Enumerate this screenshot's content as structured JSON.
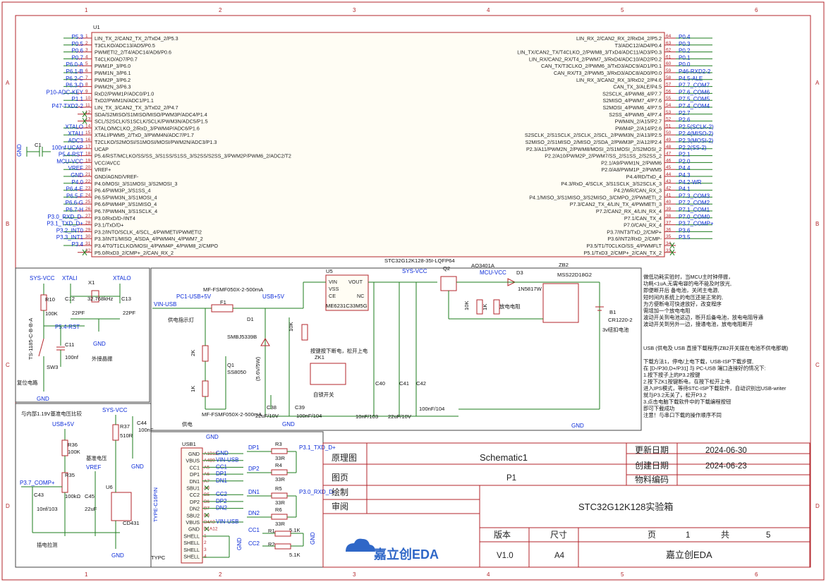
{
  "frame": {
    "cols": [
      "1",
      "2",
      "3",
      "4",
      "5",
      "6"
    ],
    "rows": [
      "A",
      "B",
      "C",
      "D"
    ]
  },
  "u1": {
    "ref": "U1",
    "left_pins": [
      [
        "LIN_TX_2/CAN2_TX_2/TxD4_2/P5.3",
        "1",
        "P5.3"
      ],
      [
        "T3CLKO/ADC13/AD5/P0.5",
        "2",
        "P0.5"
      ],
      [
        "PWMETI2_2/T4/ADC14/AD6/P0.6",
        "3",
        "P0.6"
      ],
      [
        "T4CLKO/AD7/P0.7",
        "4",
        "P0.7"
      ],
      [
        "PWM1P_3/P6.0",
        "5",
        "P6.0-A"
      ],
      [
        "PWM1N_3/P6.1",
        "6",
        "P6.1-B"
      ],
      [
        "PWM2P_3/P6.2",
        "7",
        "P6.2-C"
      ],
      [
        "PWM2N_3/P6.3",
        "8",
        "P6.3-D"
      ],
      [
        "RxD2/PWM1P/ADC0/P1.0",
        "9",
        "P10-ADC-KEY"
      ],
      [
        "TxD2/PWM1N/ADC1/P1.1",
        "10",
        "P1.1"
      ],
      [
        "LIN_TX_3/CAN2_TX_3/TxD2_2/P4.7",
        "11",
        "P47-TXD2-2"
      ],
      [
        "SDA/S2MISO/S1MISO/MISO/PWM3P/ADC4/P1.4",
        "12",
        ""
      ],
      [
        "SCL/S2SCLK/S1SCLK/SCLK/PWM3N/ADC5/P1.5",
        "13",
        ""
      ],
      [
        "XTALO/MCLKO_2/RxD_3/PWM4P/ADC6/P1.6",
        "14",
        "XTALO"
      ],
      [
        "XTALI/PWM5_2/TxD_3/PWM4N/ADC7/P1.7",
        "15",
        "XTALI"
      ],
      [
        "T2CLKO/S2MOSI/S1MOSI/MOSI/PWM2N/ADC3/P1.3",
        "16",
        "ADC3"
      ],
      [
        "UCAP",
        "17",
        "100nf UCAP"
      ],
      [
        "P5.4/RST/MCLKO/SS/SS_3/S1SS/S1SS_3/S2SS/S2SS_3/PWM2P/PWM6_2/ADC2/T2",
        "18",
        "P5.4-RST"
      ],
      [
        "VCC/AVCC",
        "19",
        "MCU-VCC"
      ],
      [
        "VREF+",
        "20",
        "VREF"
      ],
      [
        "GND/AGND/VREF-",
        "21",
        "GND"
      ],
      [
        "P4.0/MOSI_3/S1MOSI_3/S2MOSI_3",
        "22",
        "P4.0"
      ],
      [
        "P6.4/PWM3P_3/S1SS_4",
        "23",
        "P6.4-E"
      ],
      [
        "P6.5/PWM3N_3/S1MOSI_4",
        "24",
        "P6.5-F"
      ],
      [
        "P6.6/PWM4P_3/S1MISO_4",
        "25",
        "P6.6-G"
      ],
      [
        "P6.7/PWM4N_3/S1SCLK_4",
        "26",
        "P6.7-H"
      ],
      [
        "P3.0/RxD/D-/INT4",
        "27",
        "P3.0_RXD_D-"
      ],
      [
        "P3.1/TxD/D+",
        "28",
        "P3.1_TXD_D+"
      ],
      [
        "P3.2/INTO/SCLK_4/SCL_4/PWMETI/PWMETI2",
        "29",
        "P3.2_INT0"
      ],
      [
        "P3.3/INT1/MISO_4/SDA_4/PWM4N_4/PWM7_2",
        "30",
        "P3.3_INT1"
      ],
      [
        "P3.4/T0/T1CLKO/MOSI_4/PWM4P_4/PWM8_2/CMPO",
        "31",
        "P3.4"
      ],
      [
        "P5.0/RxD3_2/CMP+_2/CAN_RX_2",
        "32",
        ""
      ]
    ],
    "right_pins": [
      [
        "LIN_RX_2/CAN2_RX_2/RxD4_2/P5.2",
        "64",
        "P0.4"
      ],
      [
        "T3/ADC12/AD4/P0.4",
        "63",
        "P0.3"
      ],
      [
        "LIN_TX/CAN2_TX/T4CLKO_2/PWM8_3/TxD4/ADC11/AD3/P0.3",
        "62",
        "P0.2"
      ],
      [
        "LIN_RX/CAN2_RX/T4_2/PWM7_3/RxD4/ADC10/AD2/P0.2",
        "61",
        "P0.1"
      ],
      [
        "CAN_TX/T3CLKO_2/PWM6_3/TxD3/ADC9/AD1/P0.1",
        "60",
        "P0.0"
      ],
      [
        "CAN_RX/T3_2/PWM5_3/RxD3/ADC8/AD0/P0.0",
        "59",
        "P46-RXD2-2"
      ],
      [
        "LIN_RX_3/CAN2_RX_3/RxD2_2/P4.6",
        "58",
        "P4.5-ALE"
      ],
      [
        "CAN_TX_3/ALE/P4.5",
        "57",
        "P7.7_COM7"
      ],
      [
        "S2SCLK_4/PWM8_4/P7.7",
        "56",
        "P7.6_COM6"
      ],
      [
        "S2MISO_4/PWM7_4/P7.6",
        "55",
        "P7.5_COM5"
      ],
      [
        "S2MOSI_4/PWM6_4/P7.5",
        "54",
        "P7.4_COM4"
      ],
      [
        "S2SS_4/PWM5_4/P7.4",
        "53",
        "P2.7"
      ],
      [
        "PWM4N_2/A15/P2.7",
        "52",
        "P2.6"
      ],
      [
        "PWM4P_2/A14/P2.6",
        "51",
        "P2.5(SCLK-2)"
      ],
      [
        "S2SCLK_2/S1SCLK_2/SCLK_2/SCL_2/PWM3N_2/A13/P2.5",
        "50",
        "P2.4(MISO-2)"
      ],
      [
        "S2MISO_2/S1MISO_2/MISO_2/SDA_2/PWM3P_2/A12/P2.4",
        "49",
        "P2.3(MOSI-2)"
      ],
      [
        "P2.3/A11/PWM2N_2/PWM8/MOSI_2/S1MOSI_2/S2MOSI_2",
        "48",
        "P2.2(SS-2)"
      ],
      [
        "P2.2/A10/PWM2P_2/PWM7/SS_2/S1SS_2/S2SS_2",
        "47",
        "P2.1"
      ],
      [
        "P2.1/A9/PWM1N_2/PWM6",
        "46",
        "P2.0"
      ],
      [
        "P2.0/A8/PWM1P_2/PWM5",
        "45",
        "P4.4"
      ],
      [
        "P4.4/RD/TxD_4",
        "44",
        "P4.3"
      ],
      [
        "P4.3/RxD_4/SCLK_3/S1SCLK_3/S2SCLK_3",
        "43",
        "P4.2-WR"
      ],
      [
        "P4.2/WR/CAN_RX_3",
        "42",
        "P4.1"
      ],
      [
        "P4.1/MISO_3/S1MISO_3/S2MISO_3/CMPO_2/PWMETI_2",
        "41",
        "P7.3_COM3"
      ],
      [
        "P7.3/CAN2_TX_4/LIN_TX_4/PWMETI_3",
        "40",
        "P7.2_COM2"
      ],
      [
        "P7.2/CAN2_RX_4/LIN_RX_4",
        "39",
        "P7.1_COM1"
      ],
      [
        "P7.1/CAN_TX_4",
        "38",
        "P7.0_COM0"
      ],
      [
        "P7.0/CAN_RX_4",
        "37",
        "P3.7_COMP+"
      ],
      [
        "P3.7/INT3/TxD_2/CMP+",
        "36",
        "P3.6"
      ],
      [
        "P3.6/INT2/RxD_2/CMP-",
        "35",
        "P3.5"
      ],
      [
        "P3.5/T1/T0CLKO/SS_4/PWMFLT",
        "34",
        ""
      ],
      [
        "P5.1/TxD3_2/CMP+_2/CAN_TX_2",
        "33",
        ""
      ]
    ]
  },
  "labels": {
    "gnd": "GND",
    "c1": "C1",
    "part_u1": "STC32G12K128-35I-LQFP64",
    "sys_vcc": "SYS-VCC",
    "xtali": "XTALI",
    "xtalo": "XTALO",
    "x1": "X1",
    "x1_val": "32.768kHz",
    "c12": "C12",
    "c13": "C13",
    "c12_val": "22PF",
    "c13_val": "22PF",
    "r10": "R10",
    "r10_val": "100K",
    "p54_rst": "P5.4-RST",
    "c11": "C11",
    "c11_val": "100nf",
    "sw3": "SW3",
    "sw3_part": "TS-1185-C-B-B-A",
    "reset_circuit": "复位电路",
    "crystal_circuit": "外接晶振",
    "vin_usb": "VIN-USB",
    "pc1_usb": "PC1-USB+5V",
    "fuse_part": "MF-FSMF050X-2-500mA",
    "f1": "F1",
    "usb5v": "USB+5V",
    "power_led": "供电指示灯",
    "d1": "D1",
    "d1_part": "SMBJ5339B",
    "d1_val": "(5.6V/5W)",
    "r2k": "2K",
    "r1k": "1K",
    "q1": "Q1",
    "q1_part": "SS8050",
    "mf_fuse": "MF-FSMF050X-2-500mA",
    "u5": "U5",
    "u5_part": "ME6231C33M5G",
    "u5_vin": "VIN",
    "u5_vss": "VSS",
    "u5_ce": "CE",
    "u5_vout": "VOUT",
    "u5_nc": "NC",
    "r10k": "10K",
    "zk1": "ZK1",
    "zk1_note": "按键按下断电，松开上电",
    "self_lock": "自锁开关",
    "c38": "C38",
    "c39": "C39",
    "c40": "C40",
    "c41": "C41",
    "c42": "C42",
    "cap_22u": "22uF/10V",
    "cap_100n": "100nF/104",
    "cap_10n": "10nF/103",
    "cap_22u2": "22uF/10V",
    "cap_100n2": "100nF/104",
    "sys_vcc2": "SYS-VCC",
    "q2": "Q2",
    "q2_part": "AO3401A",
    "mcu_vcc": "MCU-VCC",
    "d3": "D3",
    "d3_part": "1N5817W",
    "zb2": "ZB2",
    "zb2_part": "MSS22D18G2",
    "r10k2": "10K",
    "r1k2": "1K",
    "discharge": "放电电阻",
    "b1": "B1",
    "b1_part": "CR1220-2",
    "b1_note": "3v纽扣电池",
    "power_title": "供电",
    "note_lines": [
      "做低功耗实验时，当MCU主时钟停振，",
      "功耗<1uA,无需电容的电不能及时放光,",
      "即便断开后 备电池，关闭主电源,",
      "短时间内系统上的电压还是正常的,",
      "为方便断电可快速放好，改变程序",
      "需增加一个放电电阻",
      "波动开关到电池这边，断开后备电池，放电电阻导通",
      "波动开关到另外一边，接通电池，放电电阻断开"
    ],
    "usb_lines": [
      "USB (供电及 USB 直接下载程序(ZB2开关拨在电池不供电那端)",
      "",
      "下载方法1，停电/上电下载，USB-ISP下载步骤,",
      "在 [D-/P30,D+/P31] 与 PC-USB 端口连接好的情况下:",
      "1.按下按子上的P3.2按键",
      "2.按下ZK1按键断电，在按下松开上电",
      "进入IPS模式，等待STC-ISP下载软件，自动识别出USB-writer",
      "就与P3.2无关了，松开P3.2",
      "3.点击电脑下载软件中的下载编程按钮",
      "即可下载成功",
      "注意！与串口下载的操作顺序不同"
    ],
    "cmp_title": "与内部1.19V基准电压比较",
    "usb5v2": "USB+5V",
    "sys_vcc3": "SYS-VCC",
    "r36": "R36",
    "r36_val": "100K",
    "r35": "R35",
    "r35_val": "100kΩ",
    "p37": "P3.7_COMP+",
    "c43": "C43",
    "c43_val": "10nf/103",
    "vref": "VREF",
    "c45": "C45",
    "c45_val": "22uF",
    "c44": "C44",
    "c44_val": "100nF",
    "r37": "R37",
    "r37_val": "510R",
    "u6": "U6",
    "u6_part": "CD431",
    "ref_voltage": "基准电压",
    "pot_note": "插电拉测",
    "usb1": "USB1",
    "usb1_pins": [
      [
        "GND",
        "A1B12"
      ],
      [
        "VBUS",
        "A4B9"
      ],
      [
        "CC1",
        "A5"
      ],
      [
        "DP1",
        "A6"
      ],
      [
        "DN1",
        "A7"
      ],
      [
        "SBU1",
        "A8"
      ],
      [
        "CC2",
        "B5"
      ],
      [
        "DP2",
        "B6"
      ],
      [
        "DN2",
        "B7"
      ],
      [
        "SBU2",
        "B8"
      ],
      [
        "VBUS",
        "B4A9"
      ],
      [
        "GND",
        "B1A12"
      ],
      [
        "SHELL",
        "1"
      ],
      [
        "SHELL",
        "2"
      ],
      [
        "SHELL",
        "3"
      ],
      [
        "SHELL",
        "4"
      ]
    ],
    "usb1_nets": [
      "GND",
      "VIN-USB",
      "CC1",
      "DP1",
      "DN1",
      "",
      "CC2",
      "DP2",
      "DN2",
      "",
      "VIN-USB",
      "",
      "",
      "",
      "",
      ""
    ],
    "type_c": "TYPE-C16PIN",
    "typc": "TYPC",
    "dp1": "DP1",
    "dp2": "DP2",
    "dn1": "DN1",
    "dn2": "DN2",
    "r3": "R3",
    "r4": "R4",
    "r5": "R5",
    "r6": "R6",
    "r33": "33R",
    "p31": "P3.1_TXD_D+",
    "p30": "P3.0_RXD_D-",
    "cc1": "CC1",
    "cc2": "CC2",
    "r1": "R1",
    "r2": "R2",
    "r51k": "5.1K",
    "usb_gnd": "GND"
  },
  "title_block": {
    "schematic_label": "原理图",
    "schematic_value": "Schematic1",
    "page_label": "图页",
    "page_value": "P1",
    "draw_label": "绘制",
    "review_label": "审阅",
    "update_label": "更新日期",
    "update_value": "2024-06-30",
    "create_label": "创建日期",
    "create_value": "2024-06-23",
    "material_label": "物料编码",
    "material_value": "",
    "project_title": "STC32G12K128实验箱",
    "logo_text": "嘉立创EDA",
    "version_label": "版本",
    "size_label": "尺寸",
    "page_of_label": "页",
    "page_num": "1",
    "total_label": "共",
    "total_num": "5",
    "version_value": "V1.0",
    "size_value": "A4",
    "company": "嘉立创EDA"
  }
}
